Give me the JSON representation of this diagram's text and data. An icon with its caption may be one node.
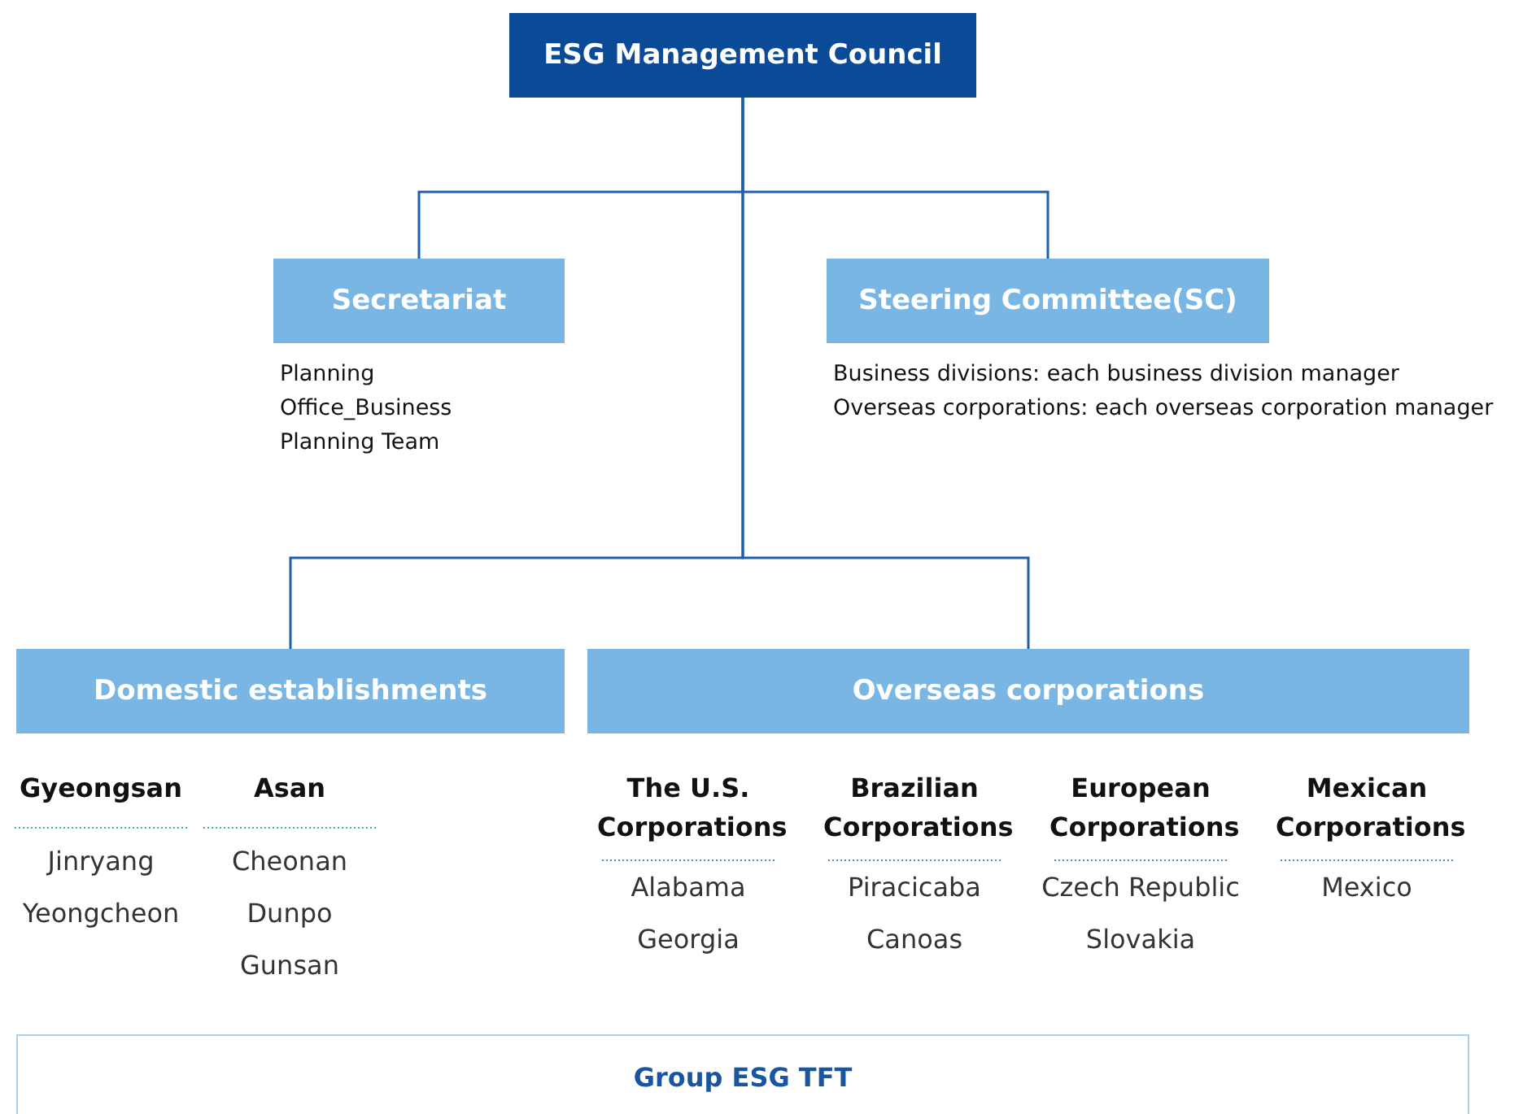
{
  "diagram": {
    "nodes": [
      {
        "text": [
          "ESG Management Council"
        ]
      },
      {
        "text": [
          "Secretariat"
        ],
        "beside": [
          "Planning Office_Business Planning Team"
        ]
      },
      {
        "text": [
          "Steering Committee(SC)"
        ],
        "beside": [
          "Business divisions: each business division manager",
          "Overseas corporations: each overseas corporation manager"
        ]
      },
      {
        "text": [
          "Domestic establishments"
        ]
      },
      {
        "text": [
          "Overseas corporations"
        ]
      },
      {
        "text": [
          "Group ESG TFT"
        ]
      }
    ],
    "edges": [
      {
        "from": 0,
        "to": 1,
        "arrow": "none"
      },
      {
        "from": 0,
        "to": 2,
        "arrow": "none"
      },
      {
        "from": 0,
        "to": 3,
        "arrow": "none"
      },
      {
        "from": 0,
        "to": 4,
        "arrow": "none"
      }
    ],
    "labels": [
      "Gyeongsan",
      "Jinryang",
      "Yeongcheon",
      "Asan",
      "Cheonan",
      "Dunpo",
      "Gunsan",
      "The U.S. Corporations",
      "Alabama",
      "Georgia",
      "Brazilian Corporations",
      "Piracicaba",
      "Canoas",
      "European Corporations",
      "Czech Republic",
      "Slovakia",
      "Mexican Corporations",
      "Mexico"
    ]
  }
}
